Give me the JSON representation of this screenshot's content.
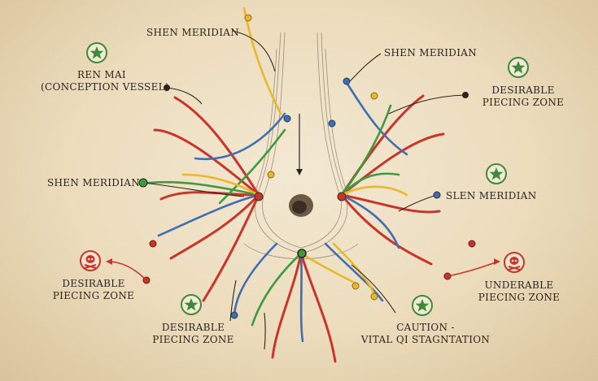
{
  "labels": {
    "shen_top_left": "SHEN MERIDIAN",
    "shen_top_right": "SHEN MERIDIAN",
    "ren_mai_line1": "REN MAI",
    "ren_mai_line2": "(CONCEPTION VESSEL)",
    "desirable_top_right_line1": "DESIRABLE",
    "desirable_top_right_line2": "PIECING ZONE",
    "shen_mid_left": "SHEN MERIDIAN",
    "slen_mid_right": "SLEN MERIDIAN",
    "desirable_left_line1": "DESIRABLE",
    "desirable_left_line2": "PIECING ZONE",
    "underable_right_line1": "UNDERABLE",
    "underable_right_line2": "PIECING ZONE",
    "desirable_bottom_line1": "DESIRABLE",
    "desirable_bottom_line2": "PIECING ZONE",
    "caution_line1": "CAUTION -",
    "caution_line2": "VITAL QI STAGNTATION"
  },
  "icons": {
    "star": "star-icon",
    "skull": "skull-crossbones-icon"
  },
  "colors": {
    "red": "#c8352b",
    "blue": "#3f6fb0",
    "green": "#3f9a3f",
    "yellow": "#e8b82a",
    "ink": "#2b2620",
    "parchment": "#ecdcbc"
  }
}
